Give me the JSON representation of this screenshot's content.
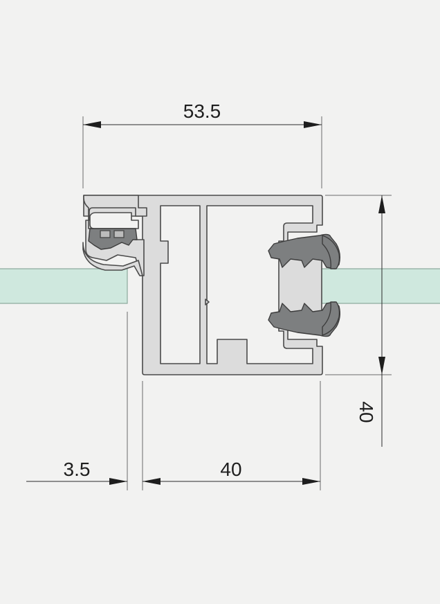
{
  "colors": {
    "background": "#f2f2f1",
    "glass": "#cfe8de",
    "aluminium": "#dcdcdc",
    "gasket": "#7d7f80",
    "line": "#2a2a2a"
  },
  "dimensions": {
    "top_width": "53.5",
    "height": "40",
    "bottom_offset": "3.5",
    "bottom_width": "40"
  }
}
